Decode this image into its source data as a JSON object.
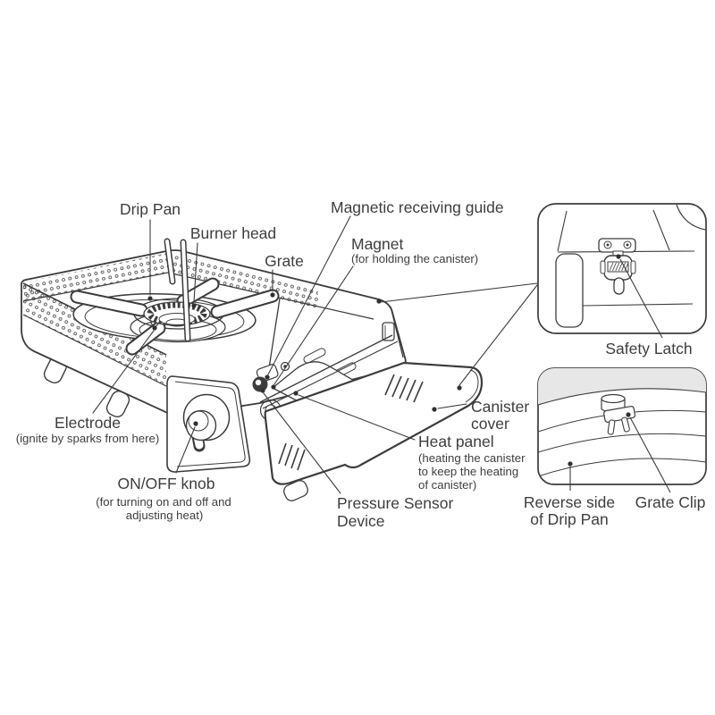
{
  "figure": {
    "type": "parts-diagram",
    "subject_labels": {
      "drip_pan": "Drip Pan",
      "burner_head": "Burner head",
      "grate": "Grate",
      "magnetic_receiving_guide": "Magnetic receiving guide",
      "magnet": "Magnet",
      "magnet_note": "(for holding the canister)",
      "electrode": "Electrode",
      "electrode_note": "(ignite by sparks from here)",
      "on_off_knob": "ON/OFF knob",
      "on_off_knob_note_1": "(for turning on and off and",
      "on_off_knob_note_2": "adjusting heat)",
      "pressure_sensor_1": "Pressure Sensor",
      "pressure_sensor_2": "Device",
      "heat_panel": "Heat panel",
      "heat_panel_note_1": "(heating the canister",
      "heat_panel_note_2": "to keep the heating",
      "heat_panel_note_3": "of canister)",
      "canister_cover_1": "Canister",
      "canister_cover_2": "cover",
      "safety_latch": "Safety Latch",
      "reverse_side_1": "Reverse side",
      "reverse_side_2": "of Drip Pan",
      "grate_clip": "Grate Clip"
    },
    "colors": {
      "line": "#3c3c3c",
      "text": "#3e3e3e",
      "inset_shade": "#e7e7e7",
      "background": "#ffffff"
    }
  }
}
